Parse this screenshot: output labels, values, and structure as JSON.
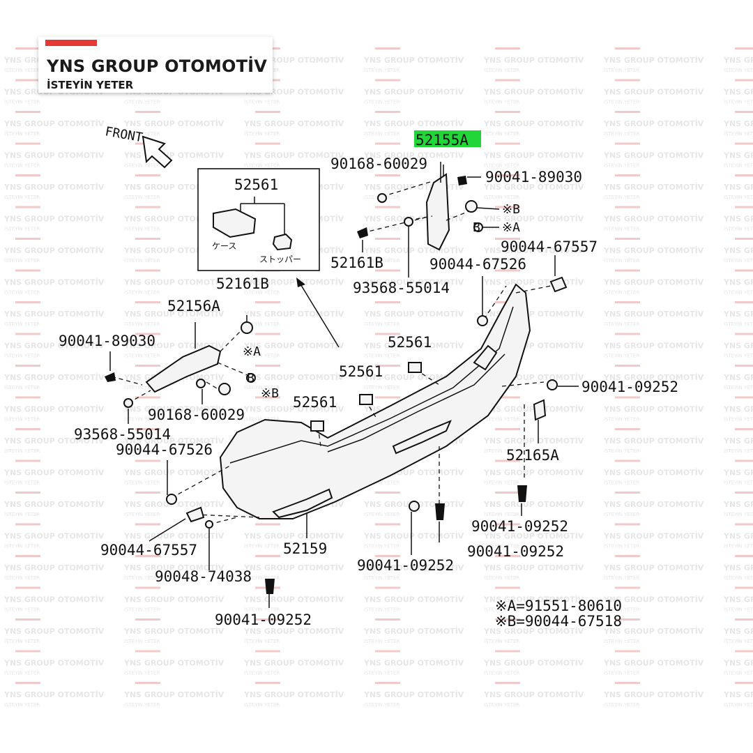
{
  "brand": {
    "title": "YNS GROUP OTOMOTİV",
    "subtitle": "İSTEYİN YETER",
    "accent_color": "#e53935"
  },
  "watermark": {
    "title": "YNS GROUP OTOMOTİV",
    "subtitle": "İSTEYİN YETER"
  },
  "diagram": {
    "front_label": "FRONT",
    "highlight_color": "#22d63a",
    "inset": {
      "part_number": "52561",
      "case_label": "ケース",
      "stopper_label": "ストッパー"
    },
    "labels": {
      "p52155A": "52155A",
      "p90168_60029_top": "90168-60029",
      "p90041_89030_top": "90041-89030",
      "markB_top": "※B",
      "markA_top": "※A",
      "pB_sym": "B",
      "p52161B_top": "52161B",
      "p93568_55014_top": "93568-55014",
      "p90044_67526_top": "90044-67526",
      "p90044_67557_top": "90044-67557",
      "p52161B_mid": "52161B",
      "p52156A": "52156A",
      "p90041_89030_left": "90041-89030",
      "markA_mid": "※A",
      "pB_mid": "B",
      "markB_mid": "※B",
      "p90168_60029_mid": "90168-60029",
      "p93568_55014_left": "93568-55014",
      "p90044_67526_left": "90044-67526",
      "p52561_a": "52561",
      "p52561_b": "52561",
      "p52561_c": "52561",
      "p90041_09252_right": "90041-09252",
      "p52165A": "52165A",
      "p90041_09252_r2": "90041-09252",
      "p90041_09252_c1": "90041-09252",
      "p90041_09252_c2": "90041-09252",
      "p52159": "52159",
      "p90044_67557_bottom": "90044-67557",
      "p90048_74038": "90048-74038",
      "p90041_09252_bottom": "90041-09252"
    },
    "legend": [
      "※A=91551-80610",
      "※B=90044-67518"
    ]
  }
}
